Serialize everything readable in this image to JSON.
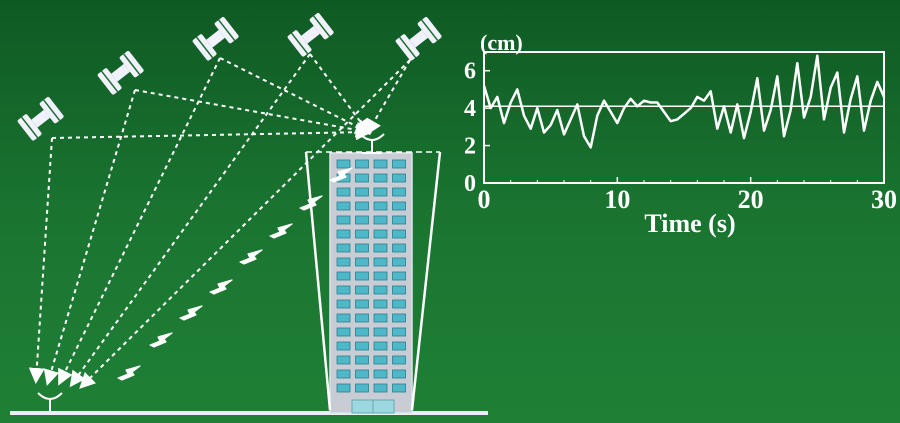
{
  "diagram": {
    "satellite_icon": "satellite-icon",
    "receiver_icon": "gps-antenna-icon",
    "building_icon": "high-rise-building-icon",
    "signal_icon": "lightning-signal-icon"
  },
  "chart_data": {
    "type": "line",
    "title": "",
    "ylabel": "(cm)",
    "xlabel": "Time (s)",
    "xlim": [
      0,
      30
    ],
    "ylim": [
      0,
      7
    ],
    "xticks": [
      "0",
      "10",
      "20",
      "30"
    ],
    "yticks": [
      "0",
      "2",
      "4",
      "6"
    ],
    "reference_line": 4.1,
    "series": [
      {
        "name": "",
        "x": [
          0,
          0.5,
          1,
          1.5,
          2,
          2.5,
          3,
          3.5,
          4,
          4.5,
          5,
          5.5,
          6,
          6.5,
          7,
          7.5,
          8,
          8.5,
          9,
          9.5,
          10,
          10.5,
          11,
          11.5,
          12,
          12.5,
          13,
          13.5,
          14,
          14.5,
          15,
          15.5,
          16,
          16.5,
          17,
          17.5,
          18,
          18.5,
          19,
          19.5,
          20,
          20.5,
          21,
          21.5,
          22,
          22.5,
          23,
          23.5,
          24,
          24.5,
          25,
          25.5,
          26,
          26.5,
          27,
          27.5,
          28,
          28.5,
          29,
          29.5,
          30
        ],
        "y": [
          5.2,
          4.0,
          4.6,
          3.2,
          4.3,
          5.0,
          3.6,
          2.9,
          4.0,
          2.7,
          3.1,
          3.9,
          2.6,
          3.4,
          4.2,
          2.5,
          1.9,
          3.6,
          4.4,
          3.8,
          3.2,
          4.0,
          4.5,
          4.1,
          4.4,
          4.3,
          4.3,
          3.8,
          3.3,
          3.4,
          3.7,
          4.0,
          4.6,
          4.4,
          4.9,
          2.9,
          4.1,
          2.7,
          4.2,
          2.4,
          3.8,
          5.6,
          2.8,
          3.9,
          5.7,
          2.5,
          3.9,
          6.4,
          3.5,
          4.6,
          6.8,
          3.4,
          5.1,
          5.9,
          2.7,
          4.5,
          5.7,
          2.8,
          4.4,
          5.4,
          4.6
        ]
      }
    ]
  }
}
